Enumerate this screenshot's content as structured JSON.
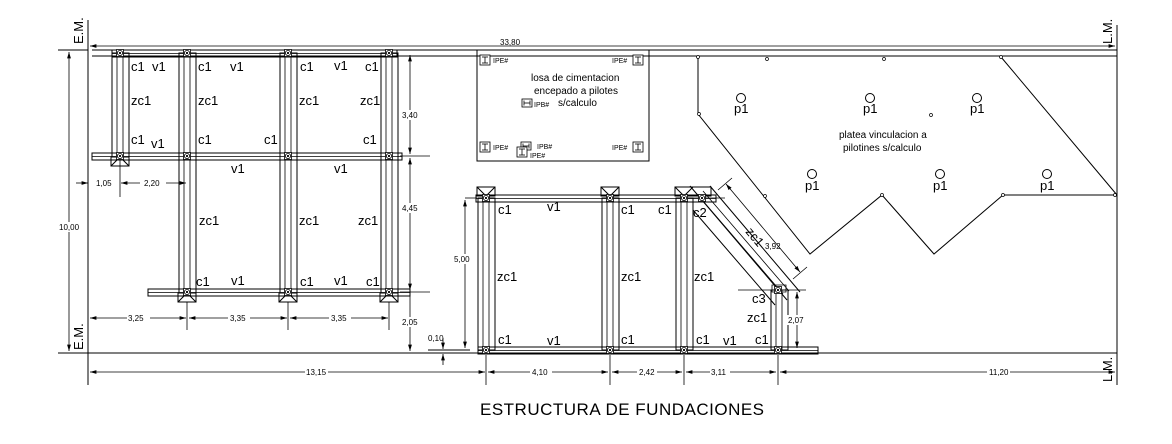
{
  "drawing_title": "ESTRUCTURA DE FUNDACIONES",
  "boundary_labels": {
    "left_top": "E.M.",
    "left_bottom": "E.M.",
    "right_top": "L.M.",
    "right_bottom": "L.M."
  },
  "dimensions": {
    "overall_width": "33,80",
    "overall_height": "10,00",
    "left_offset": "1,05",
    "left_bay_top": "2,20",
    "bay_1": "3,25",
    "bay_2": "3,35",
    "bay_3": "3,35",
    "row_top": "3,40",
    "row_mid": "4,45",
    "row_bottom": "2,05",
    "step": "0,10",
    "block2_height": "5,00",
    "bottom_left_total": "13,15",
    "block2_bay_1": "4,10",
    "block2_bay_2": "2,42",
    "block2_bay_3": "3,11",
    "right_remainder": "11,20",
    "diagonal_beam": "3,92",
    "short_column": "2,07"
  },
  "block1": {
    "labels": {
      "c1": "c1",
      "v1": "v1",
      "zc1": "zc1"
    }
  },
  "block2": {
    "labels": {
      "c1": "c1",
      "c2": "c2",
      "c3": "c3",
      "v1": "v1",
      "zc1": "zc1"
    }
  },
  "slab_box": {
    "line1": "losa de cimentacion",
    "line2": "encepado a pilotes",
    "line3": "s/calculo",
    "ipe": "IPE#",
    "ipb": "IPB#"
  },
  "platea": {
    "line1": "platea vinculacion a",
    "line2": "pilotines s/calculo",
    "pile_label": "p1"
  },
  "colors": {
    "line": "#000000",
    "background": "#ffffff"
  }
}
